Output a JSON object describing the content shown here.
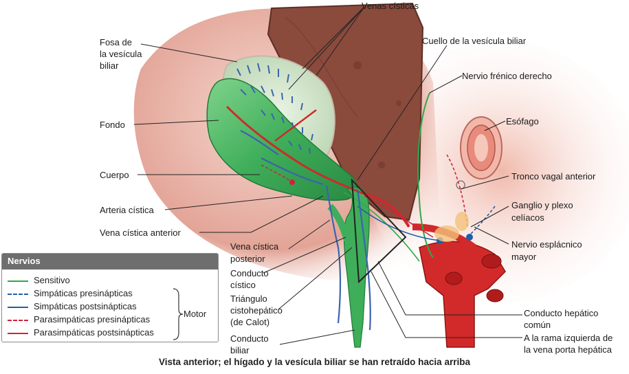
{
  "labels": {
    "venas_cisticas": "Venas císticas",
    "fosa_line1": "Fosa de",
    "fosa_line2": "la vesícula",
    "fosa_line3": "biliar",
    "cuello": "Cuello de la vesícula biliar",
    "nervio_frenico": "Nervio frénico derecho",
    "fondo": "Fondo",
    "esofago": "Esófago",
    "cuerpo": "Cuerpo",
    "tronco_vagal": "Tronco vagal anterior",
    "arteria_cistica": "Arteria cística",
    "ganglio_line1": "Ganglio y plexo",
    "ganglio_line2": "celíacos",
    "vena_cistica_anterior": "Vena cística anterior",
    "vena_posterior_line1": "Vena cística",
    "vena_posterior_line2": "posterior",
    "esplacnico_line1": "Nervio esplácnico",
    "esplacnico_line2": "mayor",
    "conducto_cistico_line1": "Conducto",
    "conducto_cistico_line2": "cístico",
    "triangulo_line1": "Triángulo",
    "triangulo_line2": "cistohepático",
    "triangulo_line3": "(de Calot)",
    "hepatico_line1": "Conducto hepático",
    "hepatico_line2": "común",
    "biliar_line1": "Conducto",
    "biliar_line2": "biliar",
    "porta_line1": "A la rama izquierda de",
    "porta_line2": "la vena porta hepática"
  },
  "legend": {
    "title": "Nervios",
    "motor": "Motor",
    "items": [
      {
        "text": "Sensitivo",
        "color": "#2ea84a",
        "style": "solid"
      },
      {
        "text": "Simpáticas presinápticas",
        "color": "#1f5fa8",
        "style": "dashed"
      },
      {
        "text": "Simpáticas postsinápticas",
        "color": "#1f5fa8",
        "style": "solid"
      },
      {
        "text": "Parasimpáticas presinápticas",
        "color": "#d0223a",
        "style": "dashed"
      },
      {
        "text": "Parasimpáticas postsinápticas",
        "color": "#d0223a",
        "style": "solid"
      }
    ]
  },
  "caption": "Vista anterior; el hígado y la vesícula biliar se han retraído hacia arriba",
  "colors": {
    "liver": "#8a4a3c",
    "liver_edge": "#5e2e25",
    "peritoneum": "#e8b3a8",
    "gallbladder": "#3fae5a",
    "artery": "#cc2b2b",
    "vein": "#3a63b0",
    "nerve_sensory": "#2ea84a"
  },
  "icons": [
    "liver-illustration",
    "gallbladder-illustration",
    "esophagus-illustration",
    "aorta-illustration"
  ]
}
